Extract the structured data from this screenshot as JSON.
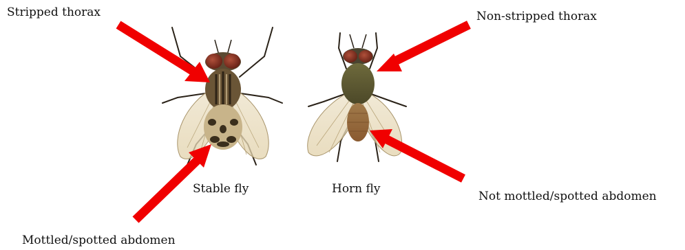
{
  "annotations": {
    "stripped_thorax": "Stripped thorax",
    "non_stripped_thorax": "Non-stripped thorax",
    "mottled_abdomen": "Mottled/spotted abdomen",
    "not_mottled_abdomen": "Not mottled/spotted abdomen"
  },
  "captions": {
    "stable_fly": "Stable fly",
    "horn_fly": "Horn fly"
  },
  "colors": {
    "arrow": "#f00000",
    "background": "#ffffff",
    "text": "#111111"
  }
}
